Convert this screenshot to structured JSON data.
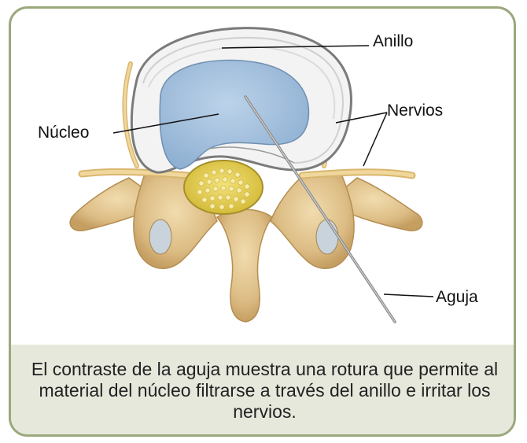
{
  "labels": {
    "annulus": "Anillo",
    "nucleus": "Núcleo",
    "nerves": "Nervios",
    "needle": "Aguja"
  },
  "caption": "El contraste de la aguja muestra una rotura que permite al material del núcleo filtrarse a través del anillo e irritar los nervios.",
  "colors": {
    "border": "#9aa87c",
    "caption_background": "#e6e8dc",
    "nucleus": "#a9c4e0",
    "annulus": "#f2f2f2",
    "bone": "#e1c48f",
    "nerve": "#e4c88c",
    "spinal_cord": "#e6d25a",
    "needle": "#6f6f6f"
  }
}
